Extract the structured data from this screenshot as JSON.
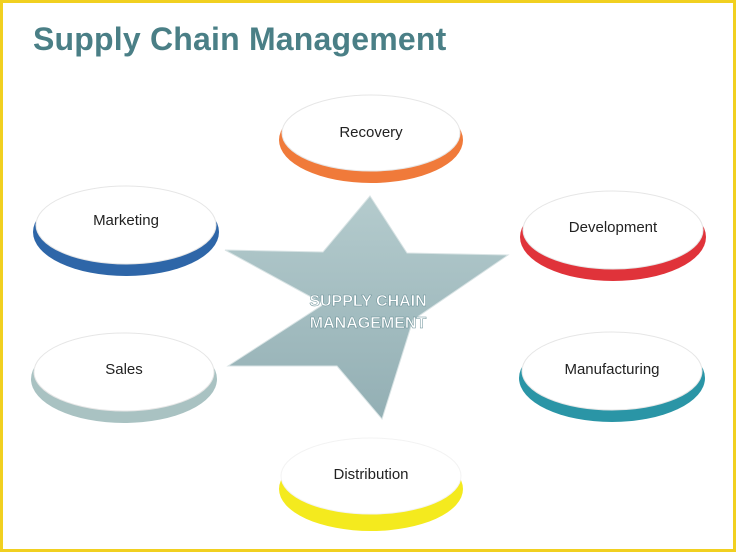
{
  "title": "Supply Chain Management",
  "center": {
    "line1": "SUPPLY CHAIN",
    "line2": "MANAGEMENT"
  },
  "nodes": {
    "recovery": "Recovery",
    "marketing": "Marketing",
    "development": "Development",
    "sales": "Sales",
    "manufacturing": "Manufacturing",
    "distribution": "Distribution"
  },
  "colors": {
    "title": "#4a7f86",
    "border": "#f1d020",
    "star": "#9fb9bd",
    "recovery": "#f07a3a",
    "marketing": "#2e66a8",
    "development": "#e0333a",
    "sales": "#a9c2c2",
    "manufacturing": "#2a95a6",
    "distribution": "#f4ea1e"
  }
}
